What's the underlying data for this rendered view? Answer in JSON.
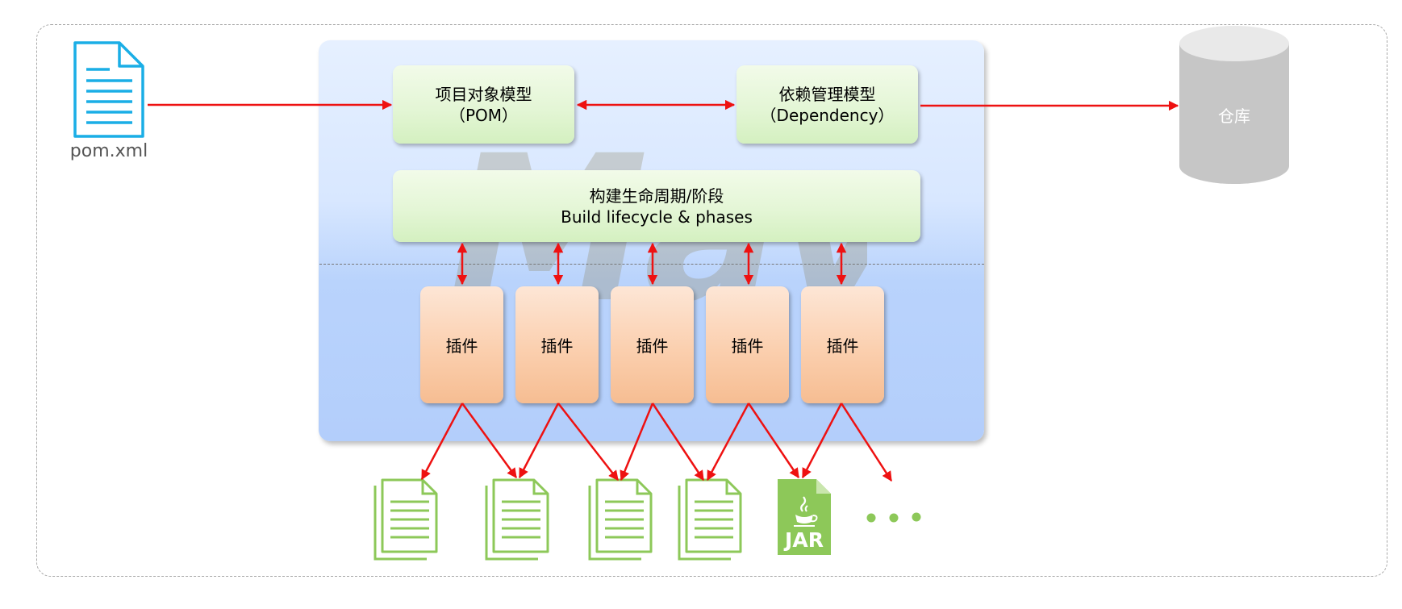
{
  "diagram": {
    "pom_file": {
      "label": "pom.xml",
      "icon": "document-icon",
      "color": "#1aaee6"
    },
    "project_object_model": {
      "line1": "项目对象模型",
      "line2": "（POM）"
    },
    "dependency_model": {
      "line1": "依赖管理模型",
      "line2": "（Dependency）"
    },
    "repository": {
      "label": "仓库",
      "icon": "database-cylinder-icon",
      "color": "#c6c6c6"
    },
    "lifecycle": {
      "line1": "构建生命周期/阶段",
      "line2": "Build lifecycle & phases"
    },
    "watermark": "Maven",
    "plugins": [
      {
        "label": "插件"
      },
      {
        "label": "插件"
      },
      {
        "label": "插件"
      },
      {
        "label": "插件"
      },
      {
        "label": "插件"
      }
    ],
    "outputs": {
      "document_icons": [
        "document-stack-icon",
        "document-stack-icon",
        "document-stack-icon",
        "document-stack-icon"
      ],
      "jar": {
        "label": "JAR",
        "icon": "jar-file-icon"
      },
      "more_icon": "ellipsis-icon",
      "color": "#8dc859"
    },
    "colors": {
      "arrow": "#ee1111",
      "panel": "#c6dbfd",
      "model_box": "#e3f6d5",
      "plugin_box": "#f9c9a4"
    }
  }
}
